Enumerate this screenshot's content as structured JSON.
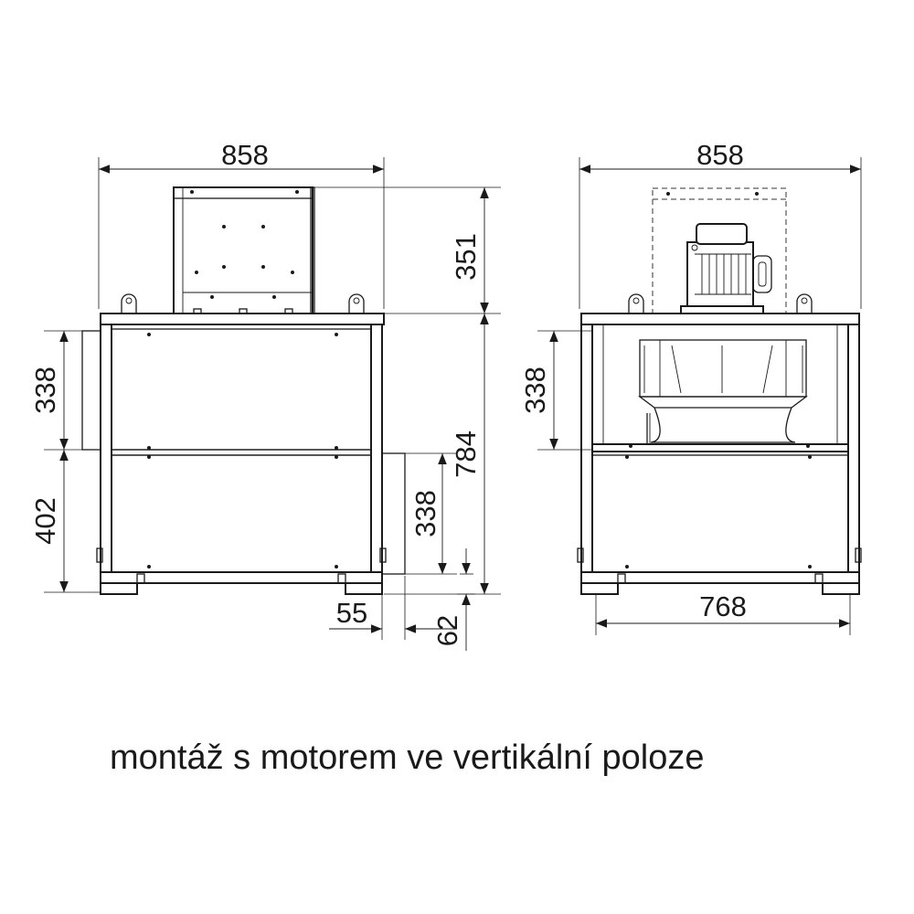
{
  "caption": "montáž s motorem ve vertikální poloze",
  "left_view": {
    "width_top": "858",
    "motor_height": "351",
    "upper_section": "338",
    "lower_section": "402",
    "total_height": "784",
    "outlet_height": "338",
    "outlet_offset": "55",
    "foot_height": "62"
  },
  "right_view": {
    "width_top": "858",
    "upper_section": "338",
    "width_bottom": "768"
  },
  "colors": {
    "line": "#1a1a1a",
    "fill": "#ffffff",
    "background": "#ffffff"
  }
}
